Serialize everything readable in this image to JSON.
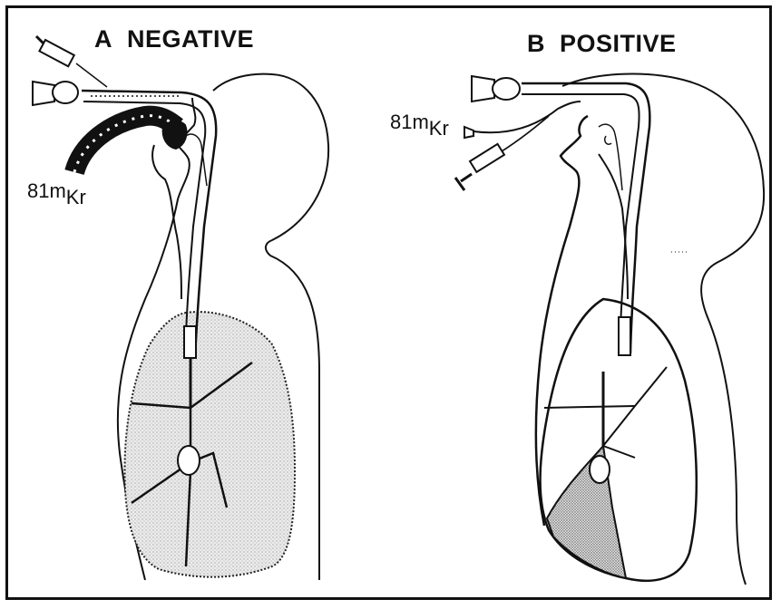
{
  "panel_a": {
    "letter": "A",
    "title": "NEGATIVE",
    "isotope_mass": "81m",
    "isotope_element": "Kr"
  },
  "panel_b": {
    "letter": "B",
    "title": "POSITIVE",
    "isotope_mass": "81m",
    "isotope_element": "Kr"
  },
  "colors": {
    "line": "#111111",
    "lung_shading": "#e4e4e4",
    "background": "#ffffff"
  }
}
